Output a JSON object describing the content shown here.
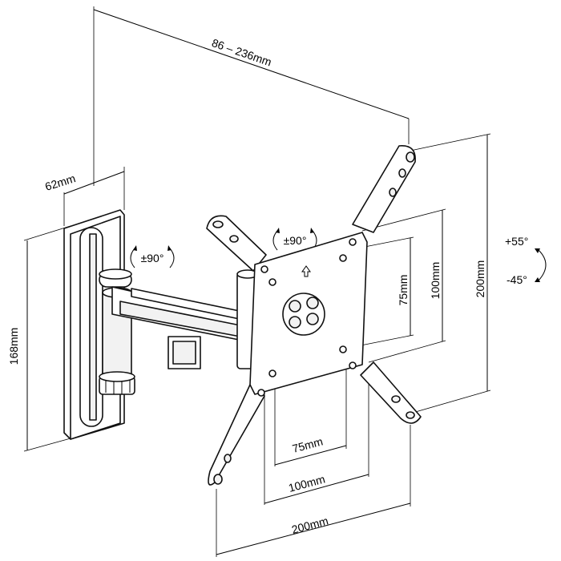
{
  "dimensions": {
    "arm_reach": "86 – 236mm",
    "wall_plate_depth": "62mm",
    "wall_plate_height": "168mm",
    "vesa_v75": "75mm",
    "vesa_v100": "100mm",
    "vesa_v200": "200mm",
    "vesa_h75": "75mm",
    "vesa_h100": "100mm",
    "vesa_h200": "200mm"
  },
  "rotation": {
    "arm_swivel": "±90°",
    "plate_rotation": "±90°",
    "tilt_up": "+55°",
    "tilt_down": "-45°"
  },
  "colors": {
    "line": "#000000",
    "background": "#ffffff"
  }
}
